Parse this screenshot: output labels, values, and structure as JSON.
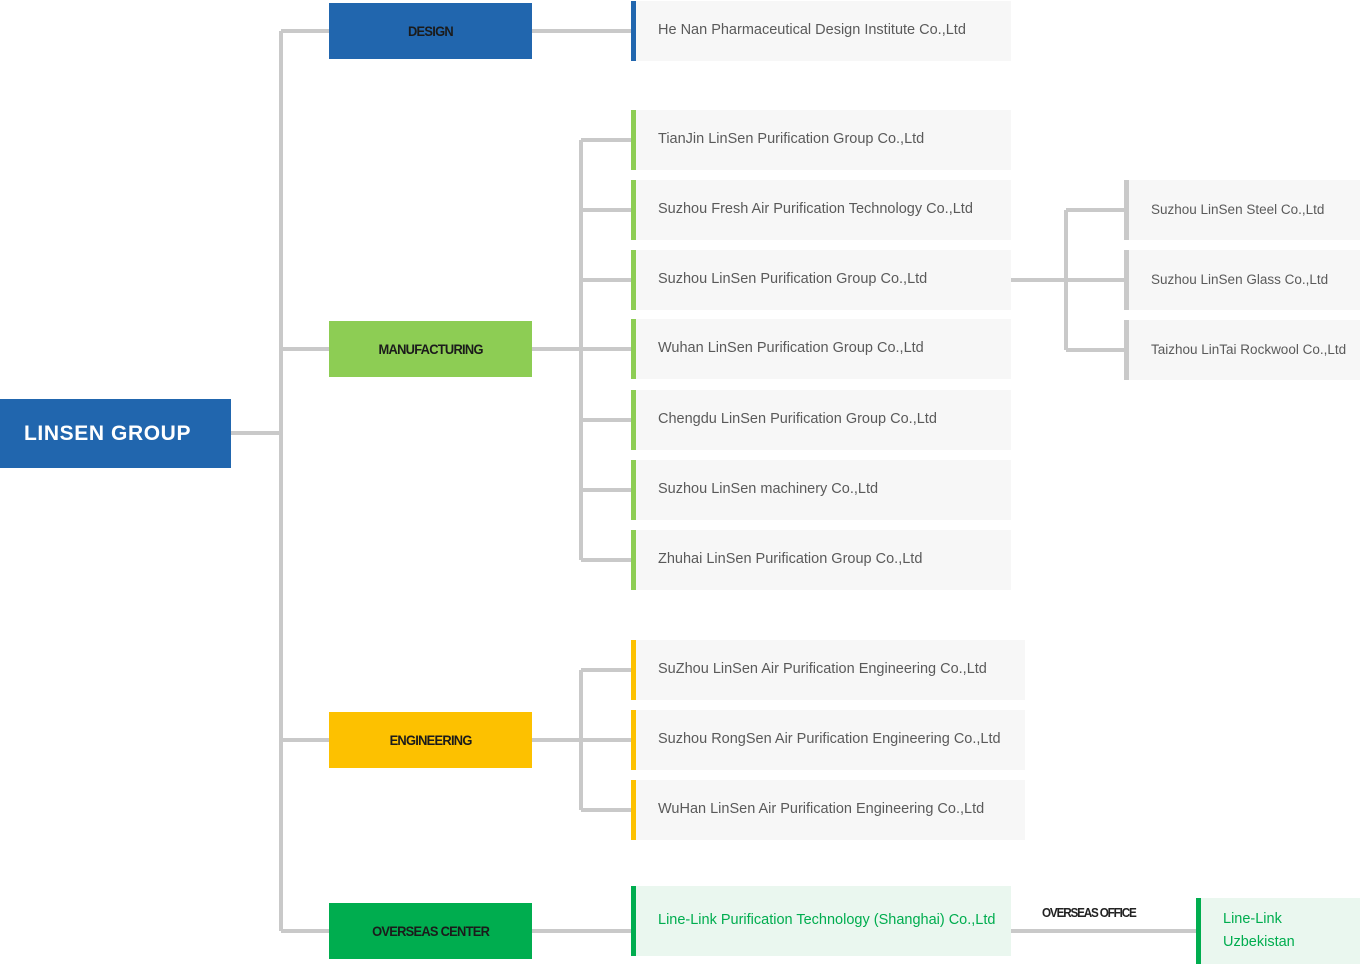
{
  "root": {
    "label": "LINSEN GROUP",
    "color": "#2166ae"
  },
  "divisions": [
    {
      "key": "design",
      "label": "DESIGN",
      "color": "#2166ae",
      "accent": "#2166ae",
      "children": [
        {
          "label": "He Nan Pharmaceutical Design Institute Co.,Ltd"
        }
      ]
    },
    {
      "key": "manufacturing",
      "label": "MANUFACTURING",
      "color": "#8dcd54",
      "accent": "#8dcd54",
      "children": [
        {
          "label": "TianJin LinSen Purification Group Co.,Ltd"
        },
        {
          "label": "Suzhou Fresh Air Purification Technology Co.,Ltd"
        },
        {
          "label": "Suzhou LinSen Purification Group Co.,Ltd",
          "subsidiaries": [
            {
              "label": "Suzhou LinSen Steel Co.,Ltd"
            },
            {
              "label": "Suzhou LinSen Glass Co.,Ltd"
            },
            {
              "label": "Taizhou LinTai Rockwool Co.,Ltd"
            }
          ]
        },
        {
          "label": "Wuhan LinSen Purification Group Co.,Ltd"
        },
        {
          "label": "Chengdu LinSen Purification Group Co.,Ltd"
        },
        {
          "label": "Suzhou LinSen machinery Co.,Ltd"
        },
        {
          "label": "Zhuhai LinSen Purification Group Co.,Ltd"
        }
      ]
    },
    {
      "key": "engineering",
      "label": "ENGINEERING",
      "color": "#fdc100",
      "accent": "#fdc100",
      "children": [
        {
          "label": "SuZhou LinSen Air Purification Engineering Co.,Ltd"
        },
        {
          "label": "Suzhou RongSen Air Purification Engineering Co.,Ltd"
        },
        {
          "label": "WuHan LinSen Air Purification Engineering Co.,Ltd"
        }
      ]
    },
    {
      "key": "overseas",
      "label": "OVERSEAS CENTER",
      "color": "#00ad4f",
      "accent": "#00ad4f",
      "children": [
        {
          "label": "Line-Link Purification Technology (Shanghai) Co.,Ltd",
          "edge_label": "OVERSEAS OFFICE",
          "subsidiaries": [
            {
              "label": "Line-Link Uzbekistan"
            }
          ]
        }
      ]
    }
  ],
  "connector": {
    "color": "#c9c9c9"
  }
}
